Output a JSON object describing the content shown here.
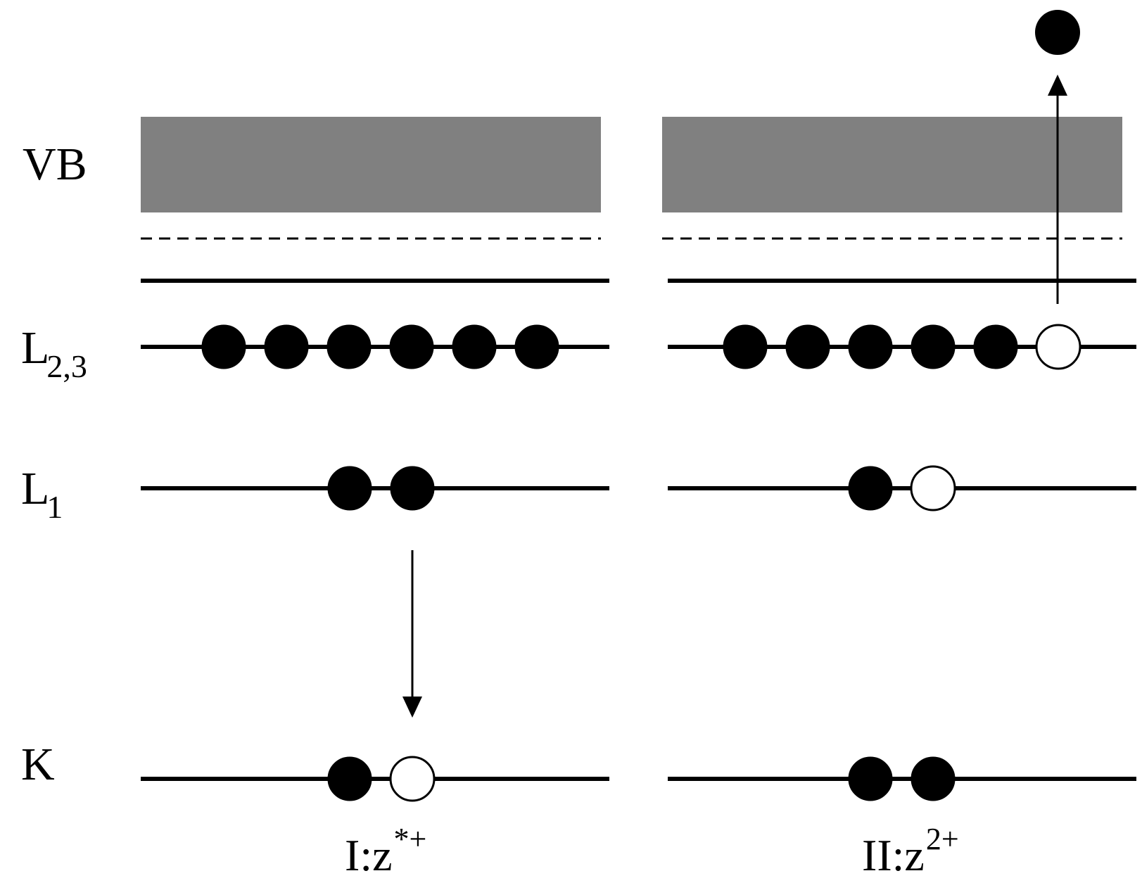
{
  "labels": {
    "vb": "VB",
    "l23": {
      "main": "L",
      "sub": "2,3"
    },
    "l1": {
      "main": "L",
      "sub": "1"
    },
    "k": {
      "main": "K"
    }
  },
  "panels": [
    {
      "caption": {
        "main": "I:z",
        "sup": "*+"
      },
      "occupancy": {
        "L23": [
          "filled",
          "filled",
          "filled",
          "filled",
          "filled",
          "filled"
        ],
        "L1": [
          "filled",
          "filled"
        ],
        "K": [
          "filled",
          "empty"
        ]
      }
    },
    {
      "caption": {
        "main": "II:z",
        "sup": "2+"
      },
      "occupancy": {
        "L23": [
          "filled",
          "filled",
          "filled",
          "filled",
          "filled",
          "empty"
        ],
        "L1": [
          "filled",
          "empty"
        ],
        "K": [
          "filled",
          "filled"
        ]
      }
    }
  ],
  "colors": {
    "band": "#808080",
    "line": "#000000",
    "electron": "#000000",
    "hole": "#ffffff"
  }
}
